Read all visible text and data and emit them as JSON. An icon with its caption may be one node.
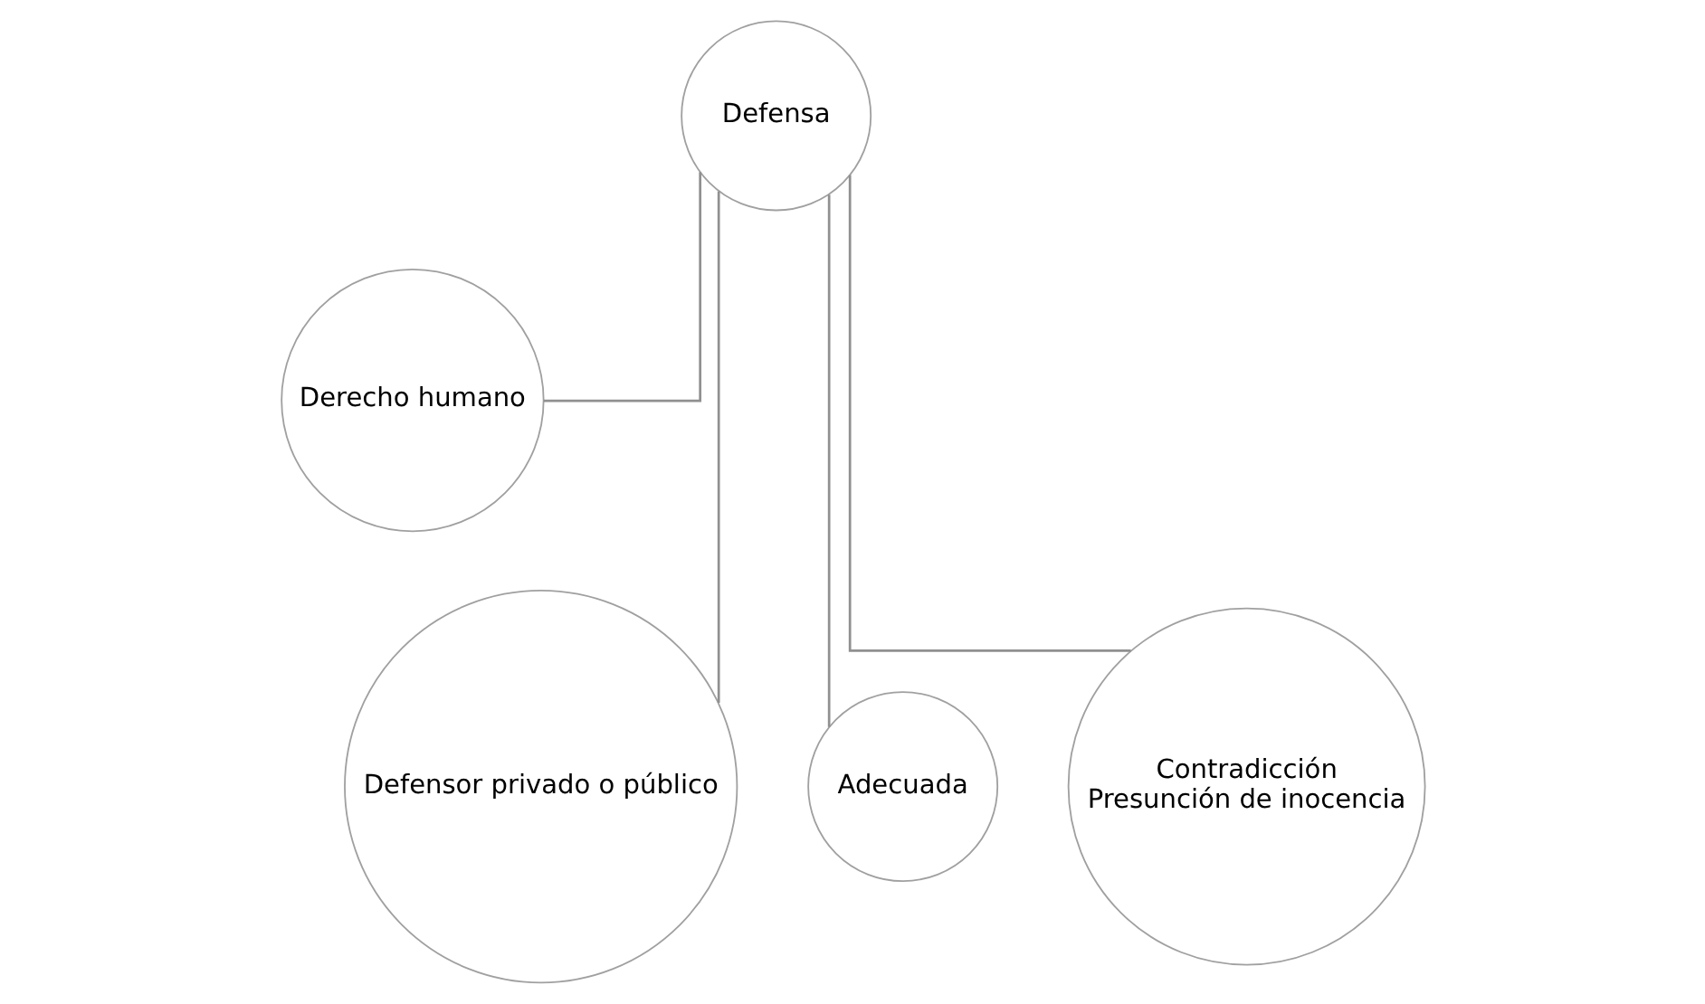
{
  "diagram": {
    "nodes": [
      {
        "text": [
          "Defensa"
        ]
      },
      {
        "text": [
          "Derecho humano"
        ]
      },
      {
        "text": [
          "Defensor privado o público"
        ]
      },
      {
        "text": [
          "Adecuada"
        ]
      },
      {
        "text": [
          "Contradicción",
          "Presunción de inocencia"
        ]
      }
    ],
    "edges": [
      {
        "from": 0,
        "to": 1,
        "arrow": "none"
      },
      {
        "from": 0,
        "to": 2,
        "arrow": "none"
      },
      {
        "from": 0,
        "to": 3,
        "arrow": "none"
      },
      {
        "from": 0,
        "to": 4,
        "arrow": "none"
      }
    ]
  }
}
